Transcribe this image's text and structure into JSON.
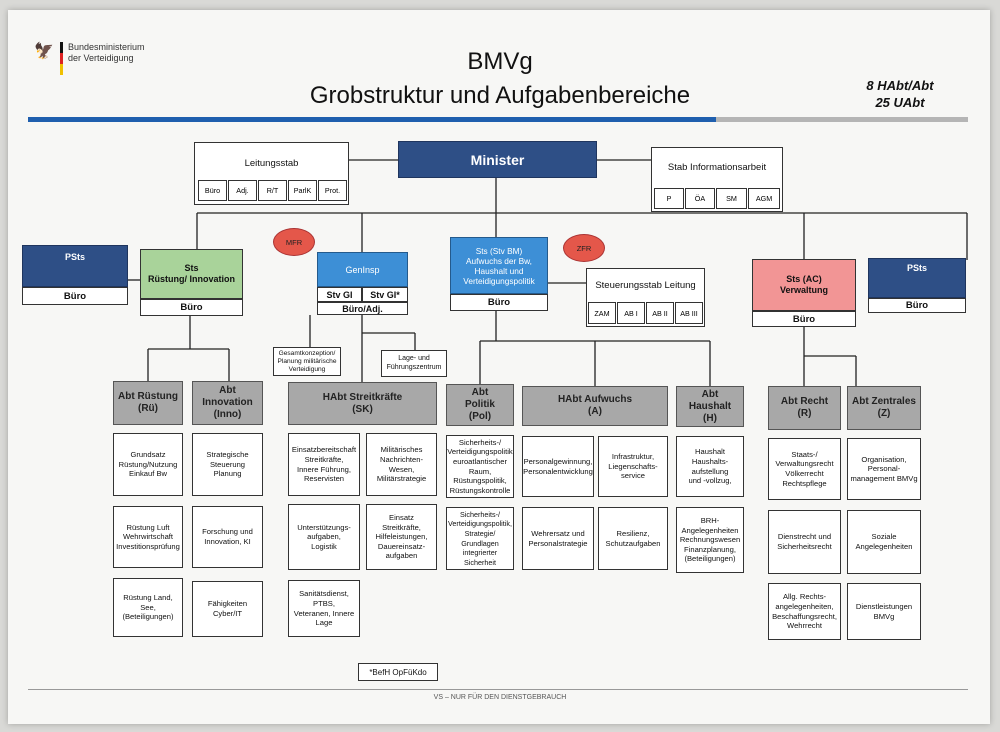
{
  "header": {
    "ministry_line1": "Bundesministerium",
    "ministry_line2": "der Verteidigung",
    "title": "BMVg",
    "subtitle": "Grobstruktur und Aufgabenbereiche",
    "count_habt": "8 HAbt/Abt",
    "count_uabt": "25 UAbt"
  },
  "leitungsstab": {
    "title": "Leitungsstab",
    "cells": [
      "Büro",
      "Adj.",
      "R/T",
      "ParlK",
      "Prot."
    ]
  },
  "minister": {
    "label": "Minister"
  },
  "stab_info": {
    "title": "Stab Informationsarbeit",
    "cells": [
      "P",
      "ÖA",
      "SM",
      "AGM"
    ]
  },
  "psts_left": {
    "title": "PSts",
    "buero": "Büro"
  },
  "psts_right": {
    "title": "PSts",
    "buero": "Büro"
  },
  "sts_ruestung": {
    "title": "Sts\nRüstung/ Innovation",
    "buero": "Büro"
  },
  "ovals": {
    "mfr": "MFR",
    "zfr": "ZFR"
  },
  "geninsp": {
    "title": "GenInsp",
    "stv1": "Stv GI",
    "stv2": "Stv GI*",
    "buero": "Büro/Adj."
  },
  "sts_stvbm": {
    "title": "Sts (Stv BM)\nAufwuchs der Bw,\nHaushalt und\nVerteidigungspolitik",
    "buero": "Büro"
  },
  "steuerungsstab": {
    "title": "Steuerungsstab Leitung",
    "cells": [
      "ZAM",
      "AB I",
      "AB II",
      "AB III"
    ]
  },
  "sts_ac": {
    "title": "Sts (AC)\nVerwaltung",
    "buero": "Büro"
  },
  "small_boxes": {
    "gesamtkonzeption": "Gesamtkonzeption/\nPlanung militärische\nVerteidigung",
    "lage": "Lage- und\nFührungszentrum"
  },
  "departments": [
    {
      "id": "ru",
      "title": "Abt Rüstung\n(Rü)",
      "tasks": [
        "Grundsatz\nRüstung/Nutzung\nEinkauf Bw",
        "Rüstung Luft\nWehrwirtschaft\nInvestitionsprüfung",
        "Rüstung Land, See,\n(Beteiligungen)"
      ]
    },
    {
      "id": "inno",
      "title": "Abt\nInnovation\n(Inno)",
      "tasks": [
        "Strategische\nSteuerung Planung",
        "Forschung und\nInnovation, KI",
        "Fähigkeiten Cyber/IT"
      ]
    },
    {
      "id": "sk",
      "title": "HAbt Streitkräfte\n(SK)",
      "tasks": [
        "Einsatzbereitschaft\nStreitkräfte,\nInnere Führung,\nReservisten",
        "Militärisches\nNachrichten-\nWesen,\nMilitärstrategie",
        "Unterstützungs-\naufgaben,\nLogistik",
        "Einsatz Streitkräfte,\nHilfeleistungen,\nDauereinsatz-\naufgaben",
        "Sanitätsdienst, PTBS,\nVeteranen, Innere\nLage"
      ]
    },
    {
      "id": "pol",
      "title": "Abt\nPolitik\n(Pol)",
      "tasks": [
        "Sicherheits-/\nVerteidigungspolitik\neuroatlantischer\nRaum,\nRüstungspolitik,\nRüstungskontrolle",
        "Sicherheits-/\nVerteidigungspolitik,\nStrategie/\nGrundlagen\nintegrierter Sicherheit"
      ]
    },
    {
      "id": "a",
      "title": "HAbt Aufwuchs\n(A)",
      "tasks": [
        "Personalgewinnung,\nPersonalentwicklung",
        "Infrastruktur,\nLiegenschafts-\nservice",
        "Wehrersatz und\nPersonalstrategie",
        "Resilienz,\nSchutzaufgaben"
      ]
    },
    {
      "id": "h",
      "title": "Abt\nHaushalt\n(H)",
      "tasks": [
        "Haushalt\nHaushalts-\naufstellung\nund -vollzug,",
        "BRH-\nAngelegenheiten\nRechnungswesen\nFinanzplanung,\n(Beteiligungen)"
      ]
    },
    {
      "id": "r",
      "title": "Abt Recht\n(R)",
      "tasks": [
        "Staats-/\nVerwaltungsrecht\nVölkerrecht\nRechtspflege",
        "Dienstrecht und\nSicherheitsrecht",
        "Allg. Rechts-\nangelegenheiten,\nBeschaffungsrecht,\nWehrrecht"
      ]
    },
    {
      "id": "z",
      "title": "Abt Zentrales\n(Z)",
      "tasks": [
        "Organisation,\nPersonal-\nmanagement BMVg",
        "Soziale\nAngelegenheiten",
        "Dienstleistungen\nBMVg"
      ]
    }
  ],
  "footnote": "*BefH OpFüKdo",
  "footer": "VS – NUR FÜR DEN DIENSTGEBRAUCH",
  "colors": {
    "minister": "#2e4f86",
    "geninsp": "#3d8fd6",
    "sts_stvbm": "#3d8fd6",
    "sts_ruestung": "#a9d39a",
    "sts_ac": "#f29595",
    "psts": "#2e4f86",
    "oval": "#e4574a",
    "habt": "#a8a8a8"
  }
}
